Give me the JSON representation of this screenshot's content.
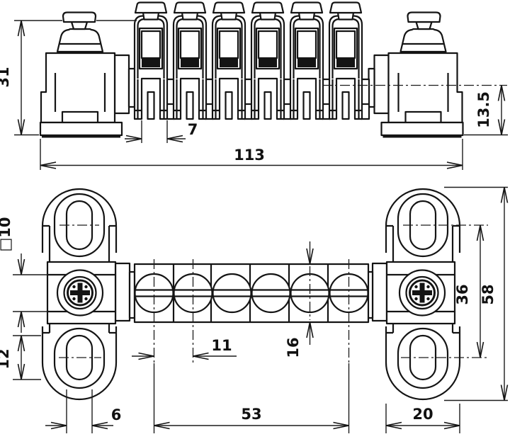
{
  "dims": {
    "overall_height": "31",
    "conductor_width": "7",
    "overall_length": "113",
    "axis_to_base": "13.5",
    "busbar_square": "□10",
    "slot_length": "12",
    "slot_width": "6",
    "terminal_pitch": "11",
    "busbar_width": "16",
    "terminal_span": "53",
    "holder_width": "20",
    "hole_spacing": "36",
    "holder_length": "58"
  }
}
